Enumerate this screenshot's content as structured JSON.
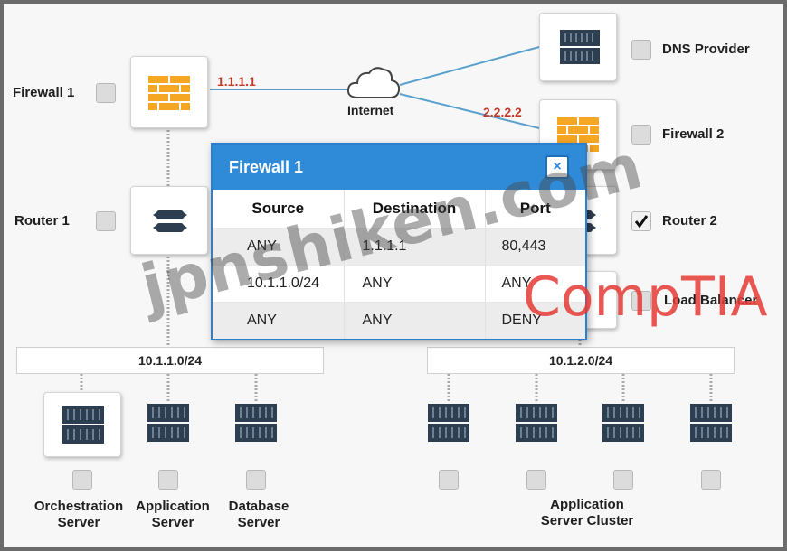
{
  "nodes": {
    "firewall1": {
      "label": "Firewall 1"
    },
    "router1": {
      "label": "Router 1"
    },
    "internet": {
      "label": "Internet"
    },
    "dns_provider": {
      "label": "DNS Provider"
    },
    "firewall2": {
      "label": "Firewall 2"
    },
    "router2": {
      "label": "Router 2",
      "checked": true
    },
    "load_balancer": {
      "label": "Load Balancer"
    },
    "orchestration_server": {
      "line1": "Orchestration",
      "line2": "Server"
    },
    "application_server": {
      "line1": "Application",
      "line2": "Server"
    },
    "database_server": {
      "line1": "Database",
      "line2": "Server"
    },
    "application_server_cluster": {
      "line1": "Application",
      "line2": "Server Cluster"
    }
  },
  "links": {
    "firewall1_ip": "1.1.1.1",
    "firewall2_ip": "2.2.2.2"
  },
  "subnets": {
    "left": "10.1.1.0/24",
    "right": "10.1.2.0/24"
  },
  "modal": {
    "title": "Firewall 1",
    "close_icon": "×",
    "columns": [
      "Source",
      "Destination",
      "Port"
    ],
    "rows": [
      [
        "ANY",
        "1.1.1.1",
        "80,443"
      ],
      [
        "10.1.1.0/24",
        "ANY",
        "ANY"
      ],
      [
        "ANY",
        "ANY",
        "DENY"
      ]
    ]
  },
  "watermarks": {
    "site": "jpnshiken.com",
    "brand": "CompTIA"
  },
  "colors": {
    "accent": "#2f8ad8",
    "ip_label": "#c0392b",
    "brand_watermark": "#e53935",
    "firewall_orange": "#f39c12"
  }
}
